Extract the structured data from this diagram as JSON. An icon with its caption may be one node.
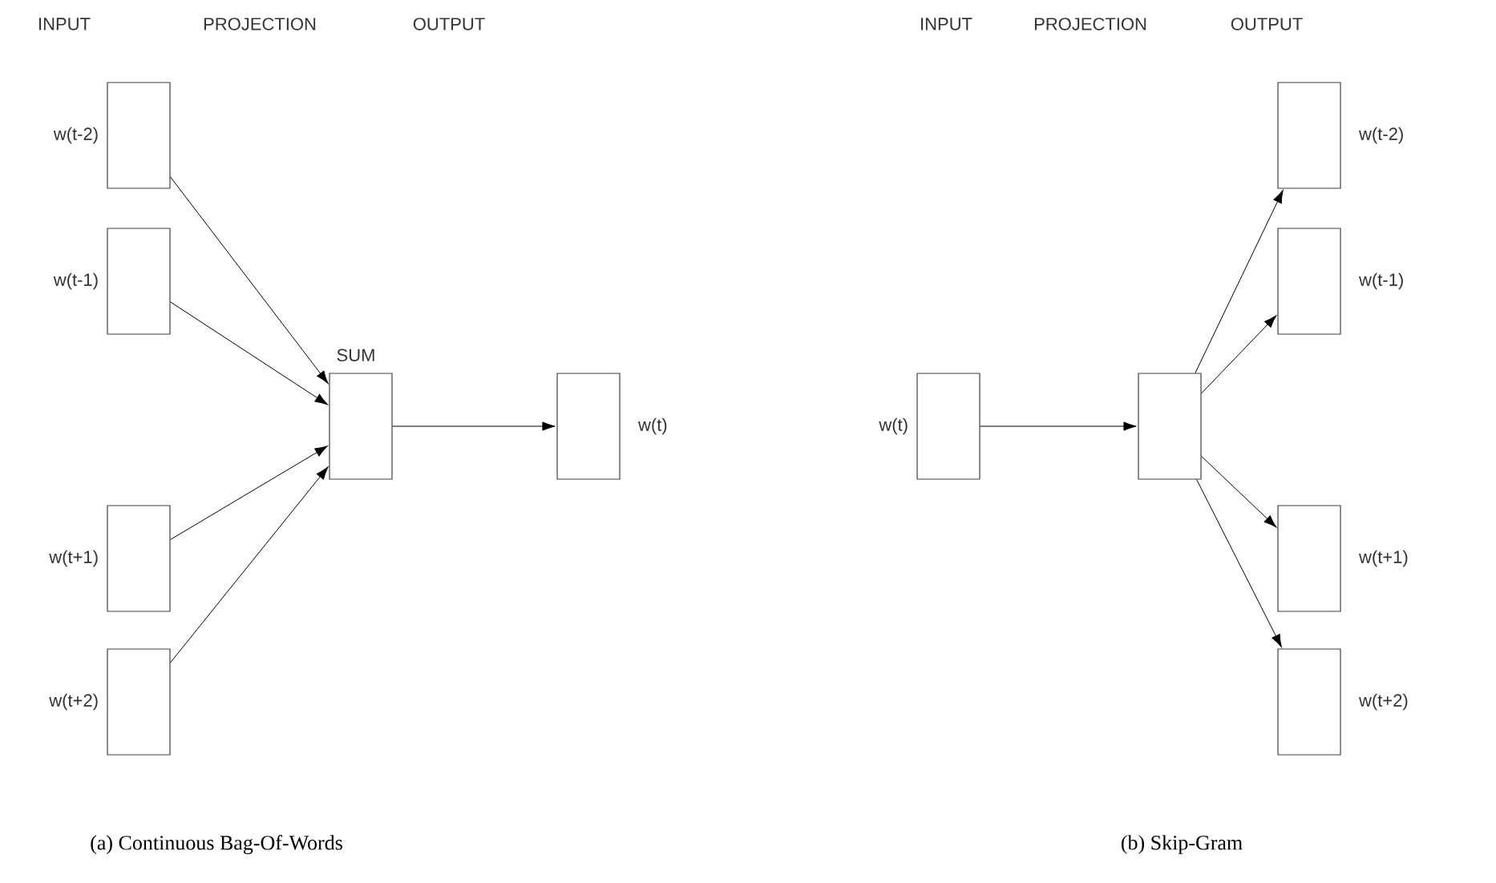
{
  "diagram": {
    "nodes": [
      {
        "text": [],
        "shape": "box",
        "beside": [
          "w(t-2)"
        ]
      },
      {
        "text": [],
        "shape": "box",
        "beside": [
          "w(t-1)"
        ]
      },
      {
        "text": [],
        "shape": "box",
        "beside": [
          "w(t+1)"
        ]
      },
      {
        "text": [],
        "shape": "box",
        "beside": [
          "w(t+2)"
        ]
      },
      {
        "text": [],
        "shape": "box",
        "beside": [
          "SUM"
        ]
      },
      {
        "text": [],
        "shape": "box",
        "beside": [
          "w(t)"
        ]
      },
      {
        "text": [],
        "shape": "box",
        "beside": [
          "w(t)"
        ]
      },
      {
        "text": [],
        "shape": "box"
      },
      {
        "text": [],
        "shape": "box",
        "beside": [
          "w(t-2)"
        ]
      },
      {
        "text": [],
        "shape": "box",
        "beside": [
          "w(t-1)"
        ]
      },
      {
        "text": [],
        "shape": "box",
        "beside": [
          "w(t+1)"
        ]
      },
      {
        "text": [],
        "shape": "box",
        "beside": [
          "w(t+2)"
        ]
      }
    ],
    "edges": [
      {
        "from": 0,
        "to": 4,
        "arrow": "to"
      },
      {
        "from": 1,
        "to": 4,
        "arrow": "to"
      },
      {
        "from": 2,
        "to": 4,
        "arrow": "to"
      },
      {
        "from": 3,
        "to": 4,
        "arrow": "to"
      },
      {
        "from": 4,
        "to": 5,
        "arrow": "to"
      },
      {
        "from": 6,
        "to": 7,
        "arrow": "to"
      },
      {
        "from": 7,
        "to": 8,
        "arrow": "to"
      },
      {
        "from": 7,
        "to": 9,
        "arrow": "to"
      },
      {
        "from": 7,
        "to": 10,
        "arrow": "to"
      },
      {
        "from": 7,
        "to": 11,
        "arrow": "to"
      }
    ],
    "labels": [
      "INPUT",
      "PROJECTION",
      "OUTPUT",
      "INPUT",
      "PROJECTION",
      "OUTPUT",
      "(a) Continuous Bag-Of-Words",
      "(b) Skip-Gram"
    ]
  }
}
